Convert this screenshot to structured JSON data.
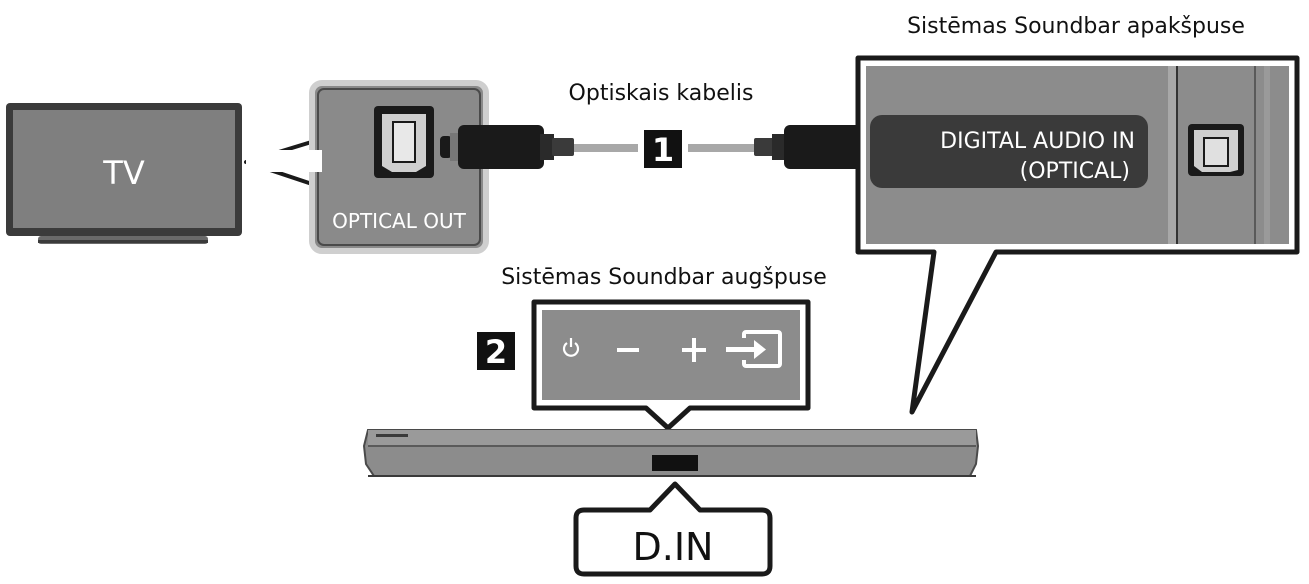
{
  "labels": {
    "tv": "TV",
    "optical_out": "OPTICAL OUT",
    "cable": "Optiskais kabelis",
    "bottom_side": "Sistēmas Soundbar apakšpuse",
    "digital_in_line1": "DIGITAL AUDIO IN",
    "digital_in_line2": "(OPTICAL)",
    "top_side": "Sistēmas Soundbar augšpuse",
    "step1": "1",
    "step2": "2",
    "display": "D.IN"
  },
  "icons": {
    "power": "power-icon",
    "minus": "minus-icon",
    "plus": "plus-icon",
    "source": "source-input-icon"
  },
  "colors": {
    "panel": "#8c8c8c",
    "panel_border": "#3a3a3a",
    "cable": "#a8a8a8",
    "connector": "#1a1a1a",
    "badge": "#111111"
  }
}
